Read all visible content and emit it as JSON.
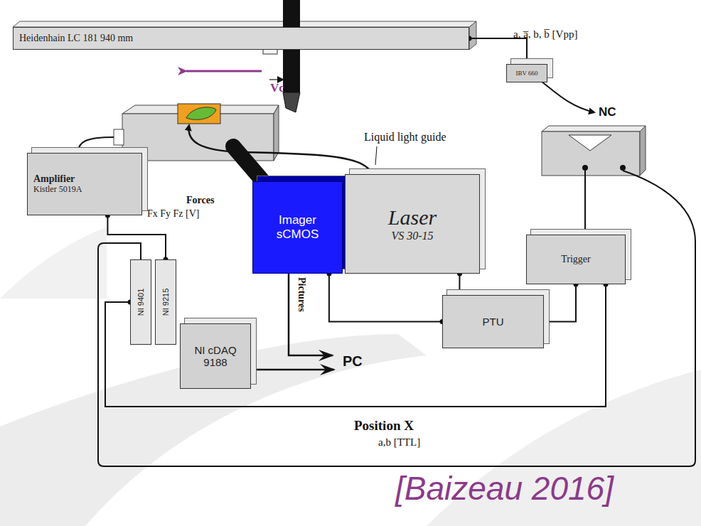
{
  "diagram": {
    "nodes": [
      {
        "text": [
          "Heidenhain LC 181 940 mm"
        ]
      },
      {
        "text": [
          "IBV 660"
        ]
      },
      {
        "text": [
          "Amplifier",
          "Kistler 5019A"
        ]
      },
      {
        "text": [
          "Imager sCMOS"
        ]
      },
      {
        "text": [
          "Laser",
          "VS 30-15"
        ]
      },
      {
        "text": [
          "Trigger"
        ]
      },
      {
        "text": [
          "PTU"
        ]
      },
      {
        "text": [
          "NI 9401"
        ]
      },
      {
        "text": [
          "NI 9215"
        ]
      },
      {
        "text": [
          "NI cDAQ 9188"
        ]
      }
    ],
    "edges": [
      {
        "from": 0,
        "to": 1,
        "arrow": "none"
      },
      {
        "from": 2,
        "to": 8,
        "arrow": "none"
      },
      {
        "from": 3,
        "to": 6,
        "arrow": "none"
      },
      {
        "from": 4,
        "to": 6,
        "arrow": "none"
      },
      {
        "from": 6,
        "to": 5,
        "arrow": "none"
      },
      {
        "from": 5,
        "to": 7,
        "arrow": "none"
      }
    ],
    "labels": [
      "Vc",
      "a, a̅, b, b̅ [Vpp]",
      "NC",
      "Liquid light guide",
      "Forces",
      "Fx Fy Fz [V]",
      "Pictures",
      "PC",
      "Position X",
      "a,b [TTL]",
      "[Baizeau 2016]"
    ]
  }
}
